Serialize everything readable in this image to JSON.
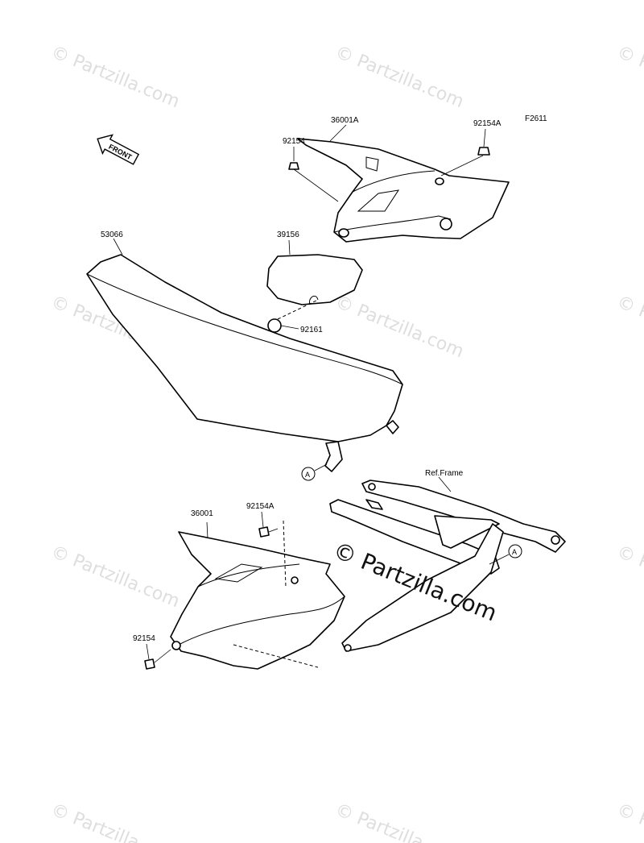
{
  "diagram_id": "F2611",
  "front_label": "FRONT",
  "ref_frame_label": "Ref.Frame",
  "callout_letter": "A",
  "watermark": {
    "text": "© Partzilla.com",
    "color": "#dedede",
    "center_color": "#111111"
  },
  "parts": {
    "p36001A": "36001A",
    "p92154_top": "92154",
    "p92154A_top": "92154A",
    "p39156": "39156",
    "p92161": "92161",
    "p53066": "53066",
    "p36001": "36001",
    "p92154A_bottom": "92154A",
    "p92154_bottom": "92154"
  }
}
